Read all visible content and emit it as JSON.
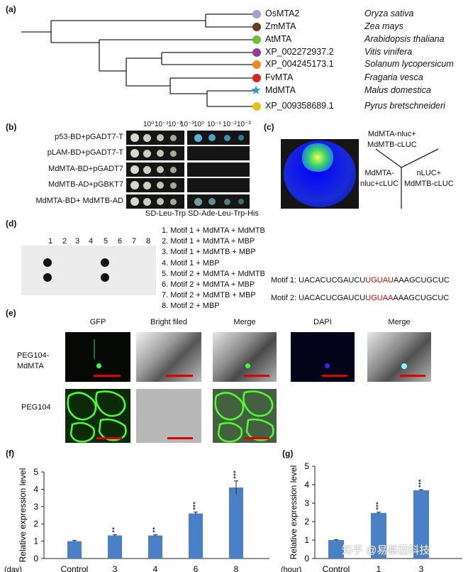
{
  "panels": {
    "a": "(a)",
    "b": "(b)",
    "c": "(c)",
    "d": "(d)",
    "e": "(e)",
    "f": "(f)",
    "g": "(g)"
  },
  "tree": {
    "leaves": [
      {
        "gene": "OsMTA2",
        "species": "Oryza sativa",
        "color": "#9fa3cf",
        "marker": "dot"
      },
      {
        "gene": "ZmMTA",
        "species": "Zea mays",
        "color": "#6b3a1f",
        "marker": "dot"
      },
      {
        "gene": "AtMTA",
        "species": "Arabidopsis thaliana",
        "color": "#6fbf3d",
        "marker": "dot"
      },
      {
        "gene": "XP_002272937.2",
        "species": "Vitis vinifera",
        "color": "#8e3ea0",
        "marker": "dot"
      },
      {
        "gene": "XP_004245173.1",
        "species": "Solanum lycopersicum",
        "color": "#f08a1c",
        "marker": "dot"
      },
      {
        "gene": "FvMTA",
        "species": "Fragaria vesca",
        "color": "#d8261c",
        "marker": "dot"
      },
      {
        "gene": "MdMTA",
        "species": "Malus domestica",
        "color": "#2a9ad6",
        "marker": "star"
      },
      {
        "gene": "XP_009358689.1",
        "species": "Pyrus bretschneideri",
        "color": "#e8c21c",
        "marker": "dot"
      }
    ]
  },
  "y2h": {
    "dilutions_left": [
      "10⁰",
      "10⁻¹",
      "10⁻²",
      "10⁻³"
    ],
    "dilutions_right": [
      "10⁰",
      "10⁻¹",
      "10⁻²",
      "10⁻³"
    ],
    "rows": [
      "p53-BD+pGADT7-T",
      "pLAM-BD+pGADT7-T",
      "MdMTA-BD+pGADT7",
      "MdMTB-AD+pGBKT7",
      "MdMTA-BD+ MdMTB-AD"
    ],
    "media_left": "SD-Leu-Trp",
    "media_right": "SD-Ade-Leu-Trp-His"
  },
  "luc": {
    "top": "MdMTA-nluc+\nMdMTB-cLUC",
    "left": "MdMTA-\nnluc+cLUC",
    "right": "nLUC+\nMdMTB-cLUC"
  },
  "emsa": {
    "lanes": [
      "1",
      "2",
      "3",
      "4",
      "5",
      "6",
      "7",
      "8"
    ],
    "legend": [
      "1. Motif 1 + MdMTA + MdMTB",
      "2. Motif 1 + MdMTA + MBP",
      "3. Motif 1 + MdMTB + MBP",
      "4. Motif 1 + MBP",
      "5. Motif 2 + MdMTA + MdMTB",
      "6. Motif 2 + MdMTA + MBP",
      "7. Motif 2 + MdMTB + MBP",
      "8. Motif 2 + MBP"
    ],
    "motif1": {
      "label": "Motif 1: ",
      "pre": "UACACUCGAUCU",
      "mid": "UGUAU",
      "post": "AAAGCUGCUC"
    },
    "motif2": {
      "label": "Motif 2: ",
      "pre": "UACACUCGAUCU",
      "mid": "UGUAA",
      "post": "AAAGCUGCUC"
    },
    "highlight_color": "#e00000"
  },
  "microscopy": {
    "columns": [
      "GFP",
      "Bright filed",
      "Merge",
      "DAPI",
      "Merge"
    ],
    "row1": "PEG104-\nMdMTA",
    "row2": "PEG104"
  },
  "watermark": "知乎 @易基因科技",
  "chart_data": [
    {
      "type": "bar",
      "panel": "f",
      "unit_label": "(day)",
      "categories": [
        "Control",
        "3",
        "4",
        "6",
        "8"
      ],
      "values": [
        1.0,
        1.33,
        1.33,
        2.6,
        4.1
      ],
      "errors": [
        0.05,
        0.04,
        0.04,
        0.08,
        0.38
      ],
      "significance": [
        "",
        "**",
        "**",
        "***",
        "***"
      ],
      "ylabel": "Relative expression level",
      "ylim": [
        0,
        5
      ],
      "yticks": [
        0,
        1,
        2,
        3,
        4,
        5
      ],
      "color": "#4a80c6"
    },
    {
      "type": "bar",
      "panel": "g",
      "unit_label": "(hour)",
      "categories": [
        "Control",
        "1",
        "3"
      ],
      "values": [
        1.0,
        2.47,
        3.7
      ],
      "errors": [
        0.02,
        0.04,
        0.03
      ],
      "significance": [
        "",
        "***",
        "***"
      ],
      "ylabel": "Relative expression level",
      "ylim": [
        0,
        5
      ],
      "yticks": [
        0,
        1,
        2,
        3,
        4,
        5
      ],
      "color": "#4a80c6"
    }
  ]
}
